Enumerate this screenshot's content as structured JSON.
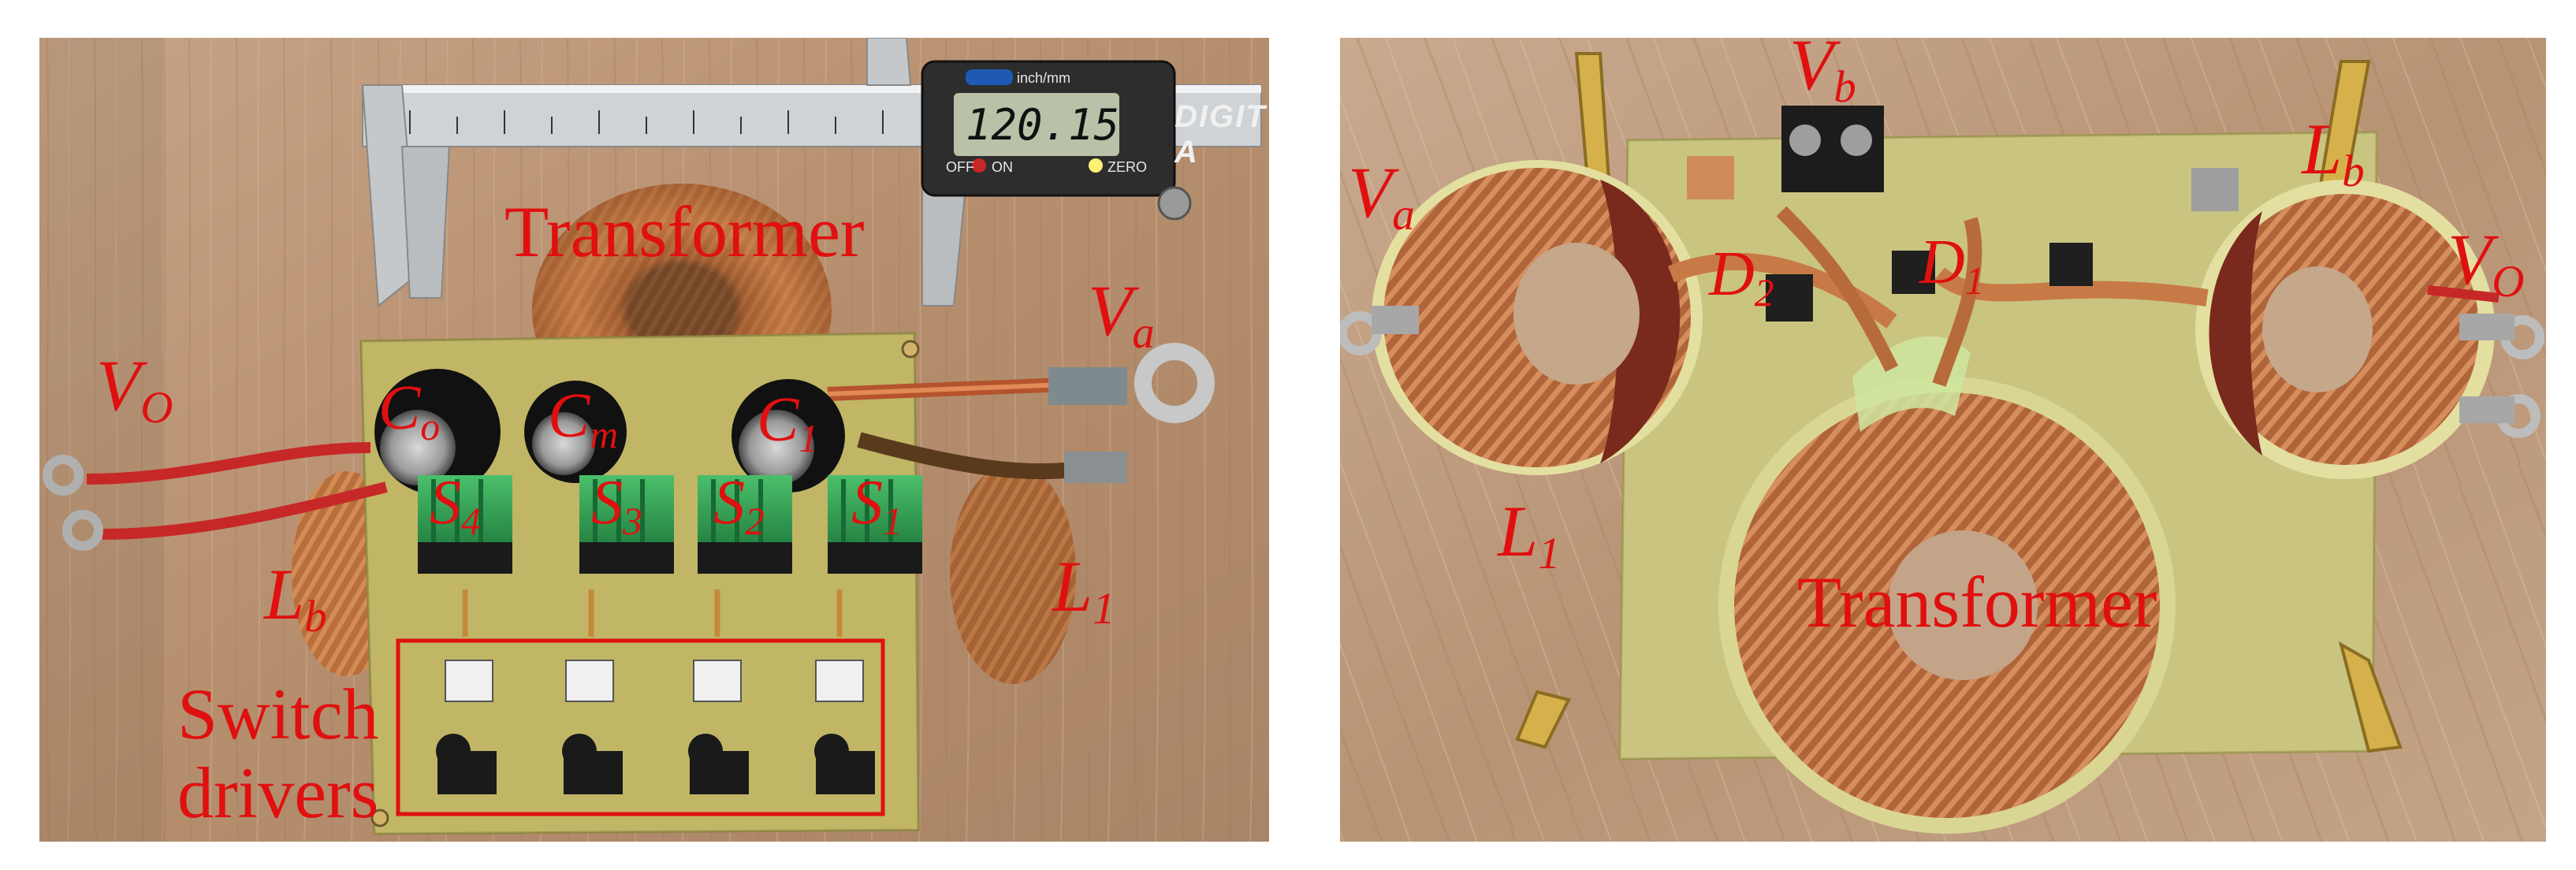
{
  "left_photo": {
    "labels": {
      "transformer": "Transformer",
      "va_main": "V",
      "va_sub": "a",
      "vo_main": "V",
      "vo_sub": "O",
      "co_main": "C",
      "co_sub": "o",
      "cm_main": "C",
      "cm_sub": "m",
      "c1_main": "C",
      "c1_sub": "1",
      "s4_main": "S",
      "s4_sub": "4",
      "s3_main": "S",
      "s3_sub": "3",
      "s2_main": "S",
      "s2_sub": "2",
      "s1_main": "S",
      "s1_sub": "1",
      "lb_main": "L",
      "lb_sub": "b",
      "l1_main": "L",
      "l1_sub": "1",
      "switch_drivers_line1": "Switch",
      "switch_drivers_line2": "drivers"
    },
    "caliper": {
      "reading": "120.15",
      "units": "inch/mm",
      "off_label": "OFF",
      "on_label": "ON",
      "zero_label": "ZERO",
      "brand": "DIGIT A"
    }
  },
  "right_photo": {
    "labels": {
      "vb_main": "V",
      "vb_sub": "b",
      "va_main": "V",
      "va_sub": "a",
      "lb_main": "L",
      "lb_sub": "b",
      "vo_main": "V",
      "vo_sub": "O",
      "d2_main": "D",
      "d2_sub": "2",
      "d1_main": "D",
      "d1_sub": "1",
      "l1_main": "L",
      "l1_sub": "1",
      "transformer": "Transformer"
    }
  },
  "colors": {
    "label_red": "#e01010",
    "wood": "#b89372",
    "pcb": "#b9b05c",
    "copper": "#b8693a",
    "core_red": "#7a2a1c"
  }
}
